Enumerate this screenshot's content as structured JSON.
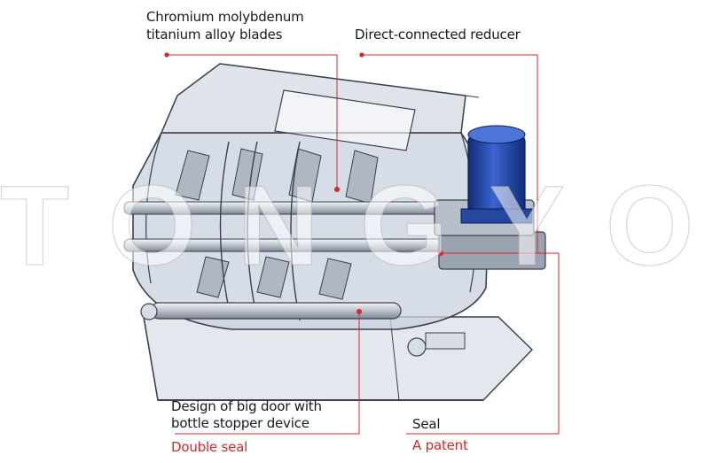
{
  "watermark": "TONGYONG",
  "callouts": {
    "blades": {
      "line1": "Chromium molybdenum",
      "line2": "titanium alloy blades"
    },
    "reducer": {
      "text": "Direct-connected reducer"
    },
    "door": {
      "line1": "Design of big door with",
      "line2": "bottle stopper device",
      "sub": "Double seal"
    },
    "seal": {
      "text": "Seal",
      "sub": "A patent"
    }
  },
  "colors": {
    "leader": "#d4282f",
    "frame": "#3a3f4d",
    "glass": "#c9d2dd",
    "motor": "#1d3f9a"
  }
}
